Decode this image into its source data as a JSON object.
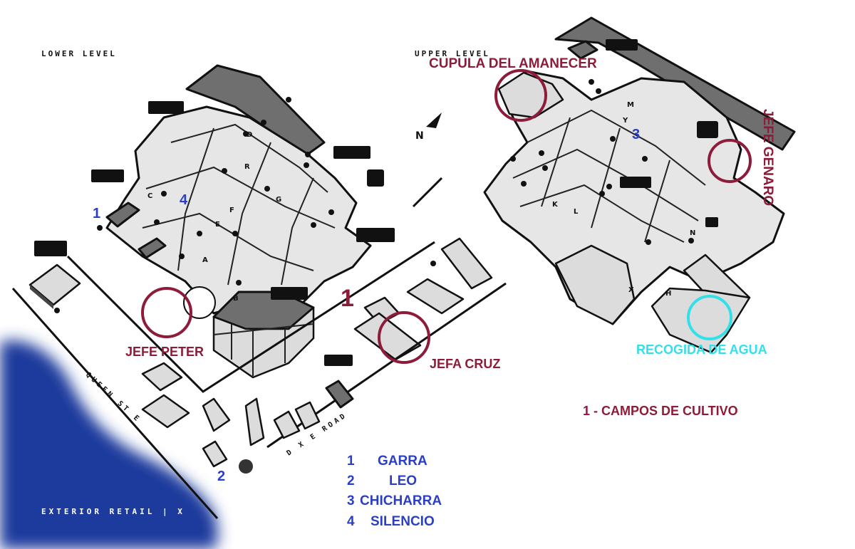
{
  "levels": {
    "lower": "LOWER LEVEL",
    "upper": "UPPER LEVEL"
  },
  "compass": {
    "label": "N"
  },
  "roads": {
    "queen": "QUEEN ST E",
    "dxe": "D X E ROAD"
  },
  "exterior_label": "EXTERIOR RETAIL | X",
  "annotations": {
    "cupula": "CUPULA DEL AMANECER",
    "genaro": "JEFE GENARO",
    "peter": "JEFE PETER",
    "cruz": "JEFA CRUZ",
    "agua": "RECOGIDA DE AGUA",
    "campos": "1 - CAMPOS DE CULTIVO",
    "big_one": "1"
  },
  "markers": {
    "m1": "1",
    "m2": "2",
    "m3": "3",
    "m4": "4"
  },
  "legend": [
    {
      "num": "1",
      "name": "GARRA"
    },
    {
      "num": "2",
      "name": "LEO"
    },
    {
      "num": "3",
      "name": "CHICHARRA"
    },
    {
      "num": "4",
      "name": "SILENCIO"
    }
  ],
  "floor_letters": [
    "A",
    "B",
    "C",
    "D",
    "E",
    "F",
    "G",
    "H",
    "K",
    "L",
    "M",
    "N",
    "R",
    "X",
    "Y"
  ],
  "colors": {
    "maroon": "#8c1c3a",
    "blue": "#2a3fc4",
    "cyan": "#33e0e8",
    "water": "#1c3a9c"
  }
}
